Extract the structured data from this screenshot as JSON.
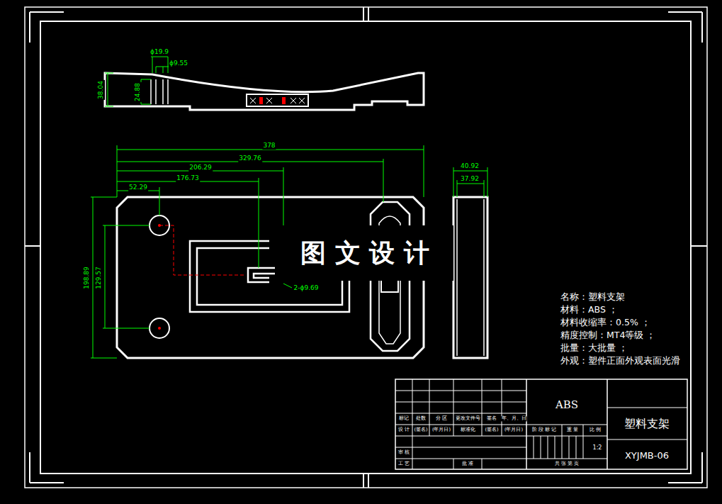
{
  "diagram": {
    "labels": [
      "ϕ19.9",
      "ϕ9.55",
      "38.04",
      "24.88",
      "378",
      "329.76",
      "206.29",
      "176.73",
      "52.29",
      "198.89",
      "129.57",
      "2-ϕ9.69",
      "40.92",
      "37.92",
      "图 文 设 计",
      "名称：塑料支架",
      "材料：ABS ；",
      "材料收缩率：0.5% ；",
      "精度控制：MT4等级 ；",
      "批量：大批量 ；",
      "外观：塑件正面外观表面光滑",
      "标记",
      "处数",
      "分 区",
      "更改文件号",
      "签名",
      "年、月、日",
      "设 计",
      "(签名)",
      "(年月日)",
      "标准化",
      "(签名)",
      "(年月日)",
      "审 核",
      "工 艺",
      "批 准",
      "ABS",
      "阶 段 标 记",
      "重 量",
      "比 例",
      "1:2",
      "共 张 第 页",
      "塑料支架",
      "XYJMB-06"
    ]
  }
}
